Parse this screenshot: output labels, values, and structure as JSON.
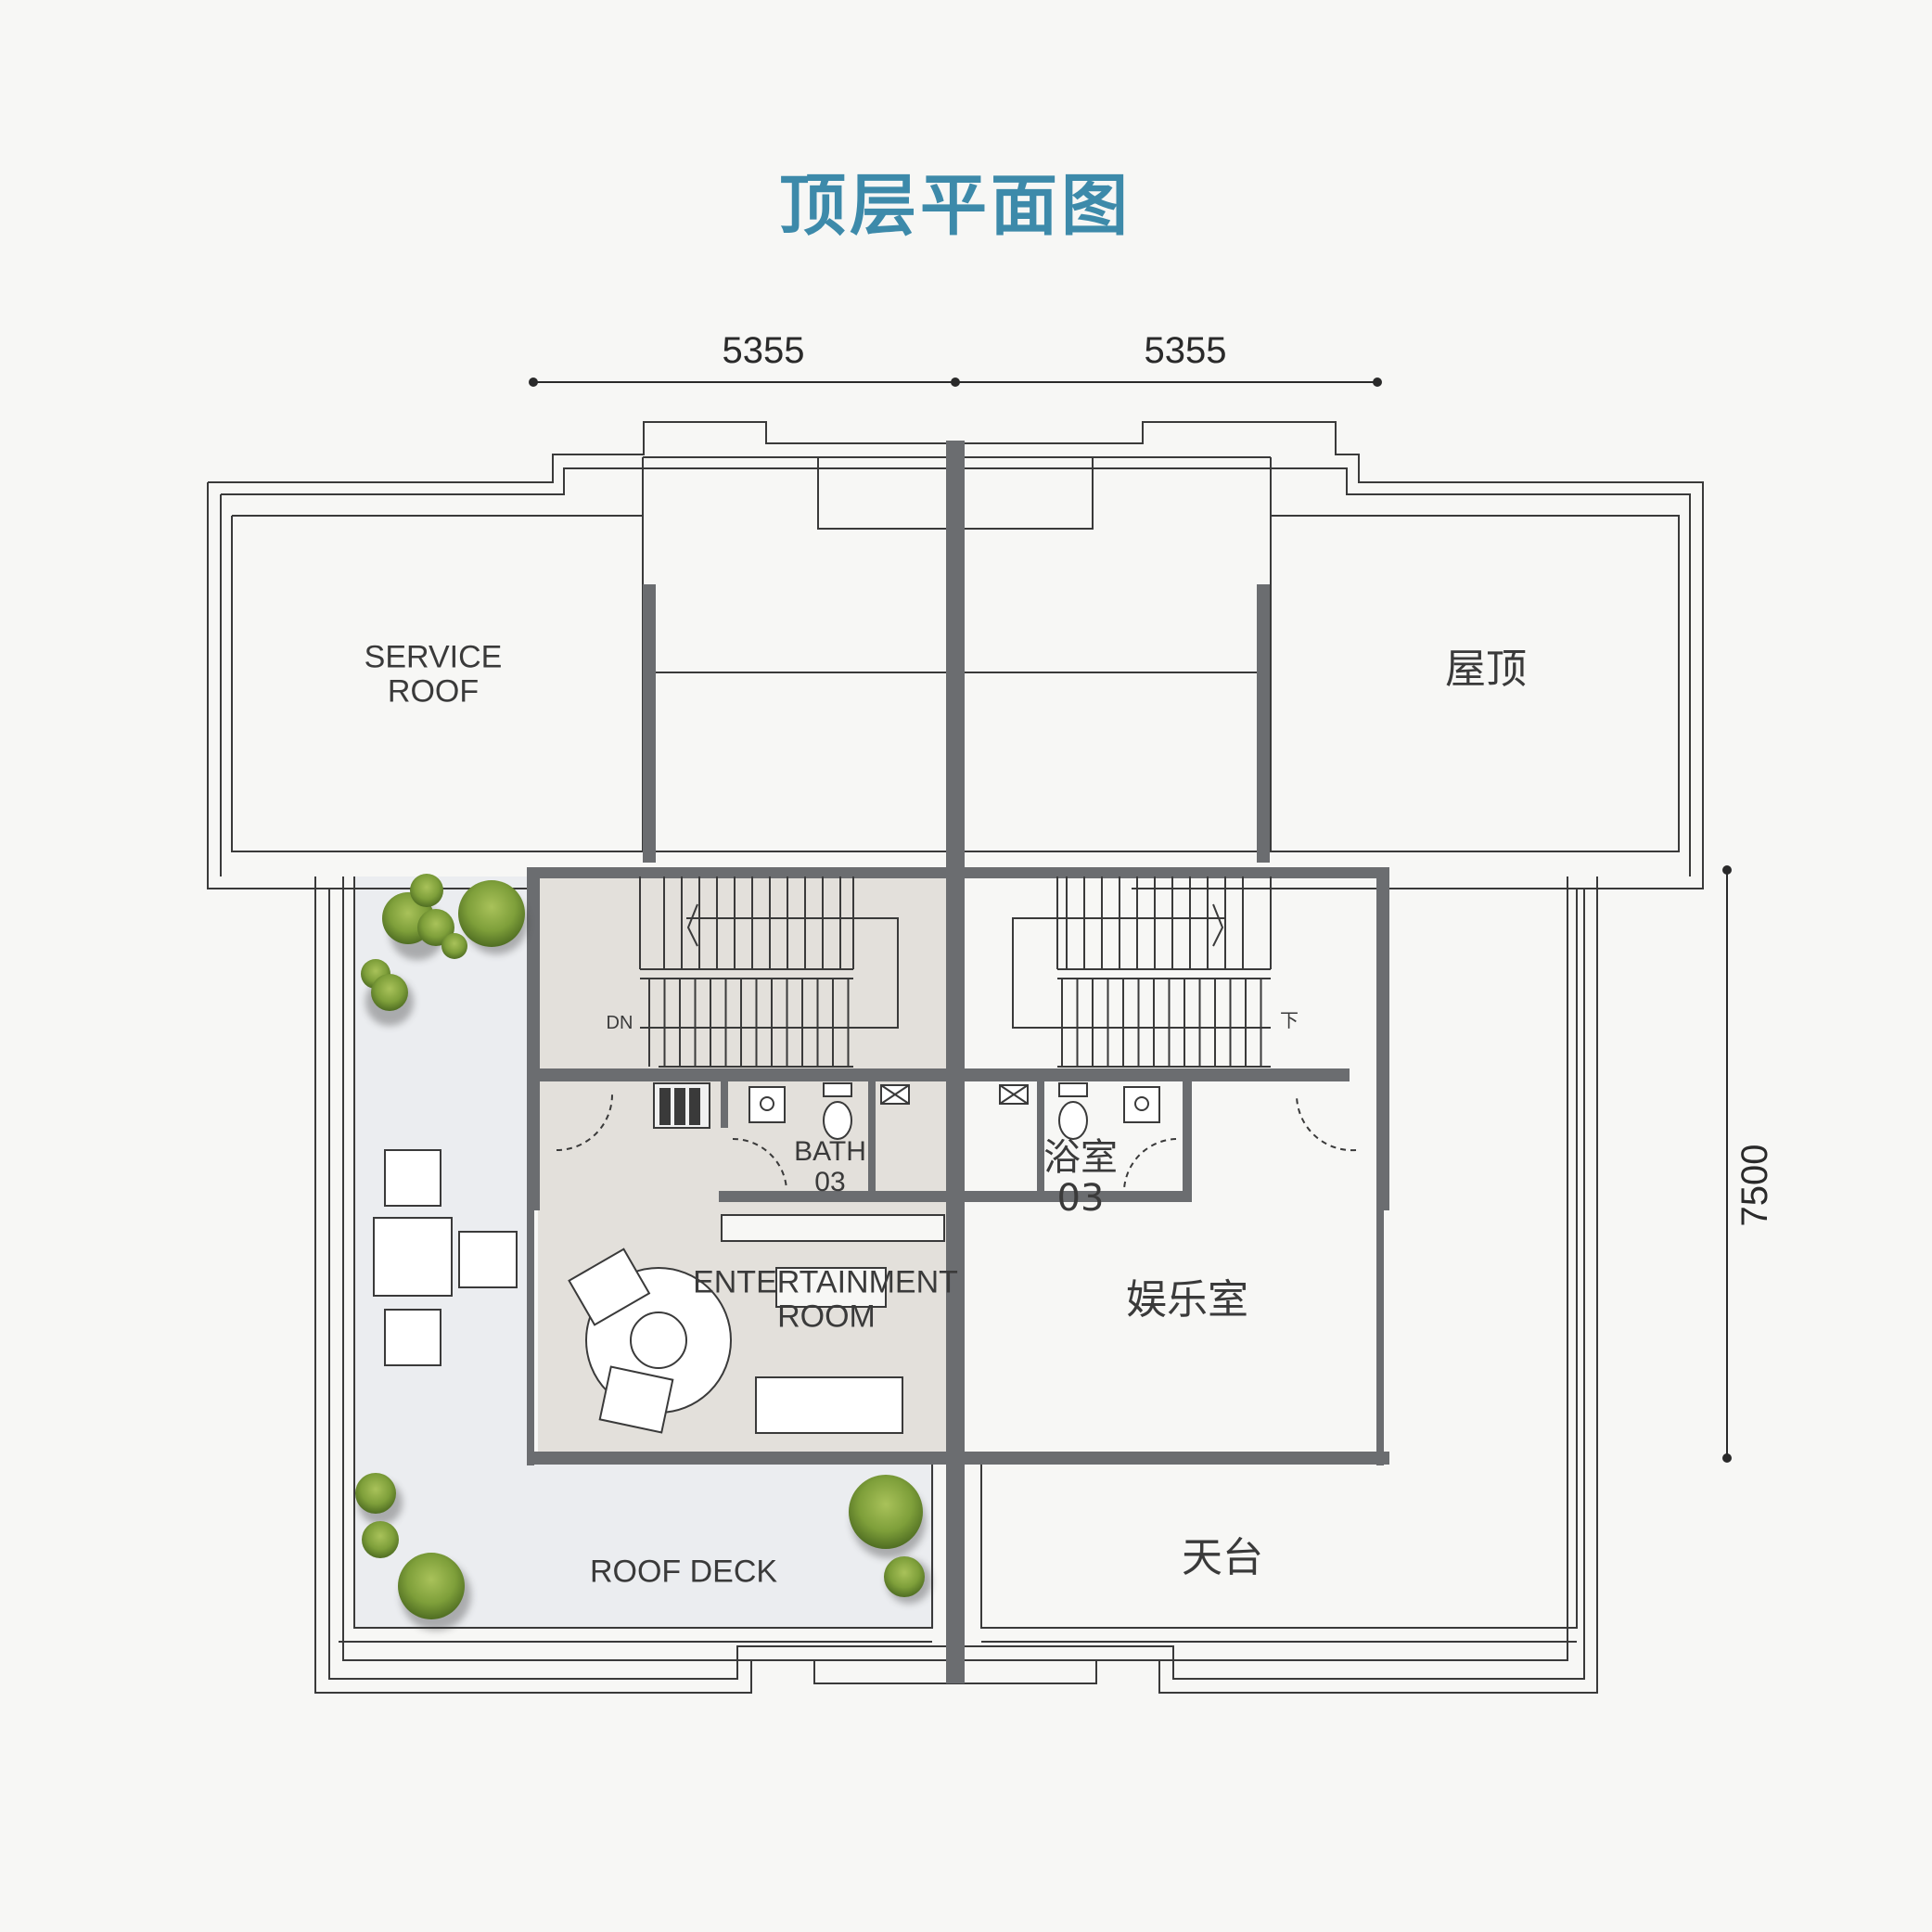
{
  "title": "顶层平面图",
  "dimensions": {
    "width_left": "5355",
    "width_right": "5355",
    "depth": "7500"
  },
  "rooms": {
    "service_roof": "SERVICE\nROOF",
    "roof_zh": "屋顶",
    "bath": "BATH\n03",
    "bath_zh": "浴室\n03",
    "entertainment": "ENTERTAINMENT",
    "entertainment_room": "ROOM",
    "entertainment_zh": "娱乐室",
    "roof_deck": "ROOF DECK",
    "roof_deck_zh": "天台"
  },
  "stair": {
    "dn_label": "DN",
    "down_zh": "下"
  },
  "colors": {
    "title": "#3d8aaa",
    "wall": "#6b6d70",
    "line": "#3a3a3a",
    "shade_room": "#e3e0db",
    "shade_deck": "#ebedf0",
    "plant_green": "#7e9f3a",
    "background": "#f7f7f5"
  }
}
